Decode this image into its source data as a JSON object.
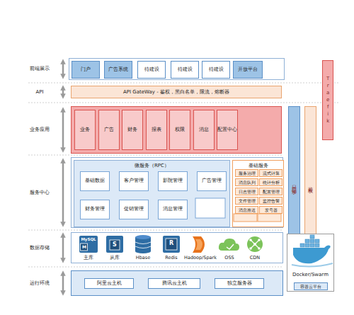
{
  "diagram": {
    "nodes": [
      {
        "text": [
          "前端展示"
        ]
      },
      {
        "text": [
          "门户"
        ],
        "in": 0
      },
      {
        "text": [
          "广告系统"
        ],
        "in": 0
      },
      {
        "text": [
          "待建设"
        ],
        "in": 0
      },
      {
        "text": [
          "待建设"
        ],
        "in": 0
      },
      {
        "text": [
          "待建设"
        ],
        "in": 0
      },
      {
        "text": [
          "开放平台"
        ],
        "in": 0
      },
      {
        "text": [
          "API",
          "API GateWay - 鉴权，黑白名单，限流，熔断器"
        ]
      },
      {
        "text": [
          "业务应用"
        ]
      },
      {
        "text": [
          "业务"
        ],
        "in": 8
      },
      {
        "text": [
          "广告"
        ],
        "in": 8
      },
      {
        "text": [
          "财务"
        ],
        "in": 8
      },
      {
        "text": [
          "报表"
        ],
        "in": 8
      },
      {
        "text": [
          "权限"
        ],
        "in": 8
      },
      {
        "text": [
          "消息"
        ],
        "in": 8
      },
      {
        "text": [
          "配置中心"
        ],
        "in": 8
      },
      {
        "text": [
          "服务中心"
        ]
      },
      {
        "text": [
          "微服务（RPC）"
        ],
        "in": 16
      },
      {
        "text": [
          "基础数据"
        ],
        "in": 17
      },
      {
        "text": [
          "客户管理"
        ],
        "in": 17
      },
      {
        "text": [
          "影院管理"
        ],
        "in": 17
      },
      {
        "text": [
          "广告管理"
        ],
        "in": 17
      },
      {
        "text": [
          "财务管理"
        ],
        "in": 17
      },
      {
        "text": [
          "促销管理"
        ],
        "in": 17
      },
      {
        "text": [
          "消息管理"
        ],
        "in": 17
      },
      {
        "text": [
          "基础服务"
        ],
        "in": 16
      },
      {
        "text": [
          "服务治理"
        ],
        "in": 25
      },
      {
        "text": [
          "流式计算"
        ],
        "in": 25
      },
      {
        "text": [
          "消息队列"
        ],
        "in": 25
      },
      {
        "text": [
          "统计分析"
        ],
        "in": 25
      },
      {
        "text": [
          "日志管理"
        ],
        "in": 25
      },
      {
        "text": [
          "配置管理"
        ],
        "in": 25
      },
      {
        "text": [
          "文件管理"
        ],
        "in": 25
      },
      {
        "text": [
          "监控告警"
        ],
        "in": 25
      },
      {
        "text": [
          "消息推送"
        ],
        "in": 25
      },
      {
        "text": [
          "发号器"
        ],
        "in": 25
      },
      {
        "text": [
          "数据存储"
        ]
      },
      {
        "text": [
          "日志记录"
        ]
      },
      {
        "text": [
          "鉴权"
        ]
      },
      {
        "text": [
          "Traefik"
        ]
      },
      {
        "text": [
          "Docker/Swarm"
        ]
      },
      {
        "text": [
          "容器云平台"
        ],
        "in": 40
      },
      {
        "text": [
          "运行环境"
        ]
      },
      {
        "text": [
          "阿里云主机"
        ],
        "in": 42
      },
      {
        "text": [
          "腾讯云主机"
        ],
        "in": 42
      },
      {
        "text": [
          "独立服务器"
        ],
        "in": 42
      }
    ],
    "labels": [
      "MySQL",
      "M",
      "主库",
      "S",
      "从库",
      "Hbase",
      "R",
      "Redis",
      "Hadoop/Spark",
      "OSS",
      "CDN"
    ]
  }
}
